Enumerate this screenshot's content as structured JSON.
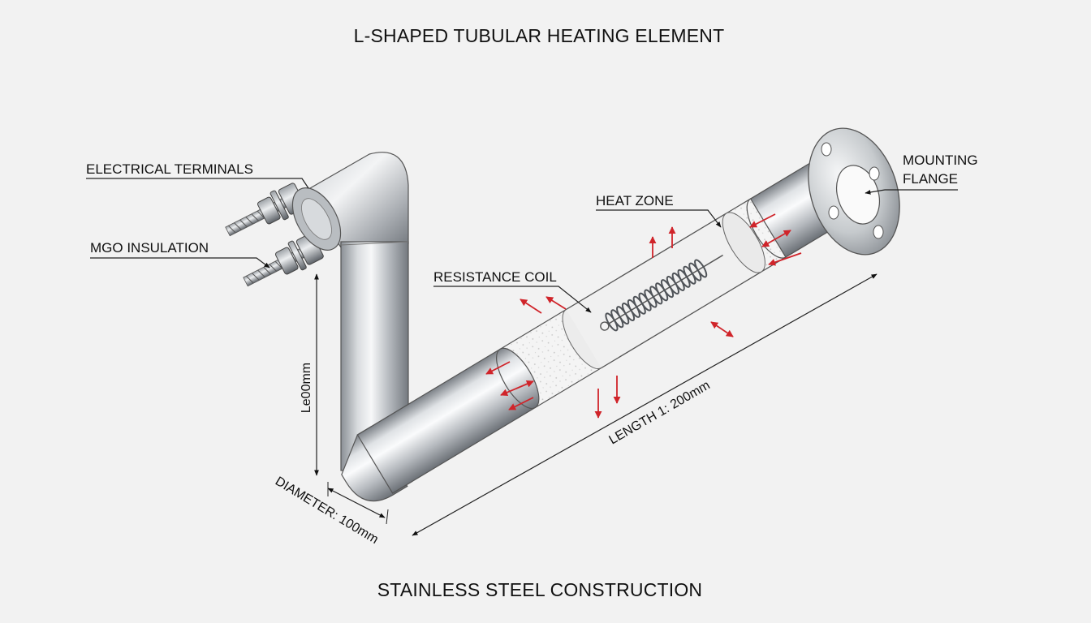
{
  "title": "L-SHAPED TUBULAR HEATING ELEMENT",
  "footer": "STAINLESS STEEL CONSTRUCTION",
  "labels": {
    "electrical_terminals": "ELECTRICAL TERMINALS",
    "mgo_insulation": "MGO INSULATION",
    "heat_zone": "HEAT ZONE",
    "resistance_coil": "RESISTANCE COIL",
    "mounting_flange_line1": "MOUNTING",
    "mounting_flange_line2": "FLANGE"
  },
  "dimensions": {
    "vertical_length": "Le00mm",
    "diameter": "DIAMETER: 100mm",
    "length": "LENGTH 1: 200mm"
  },
  "colors": {
    "heat_arrow": "#d0242a",
    "steel_dark": "#7d8288",
    "steel_light": "#eef0f2",
    "background": "#f2f2f2"
  }
}
